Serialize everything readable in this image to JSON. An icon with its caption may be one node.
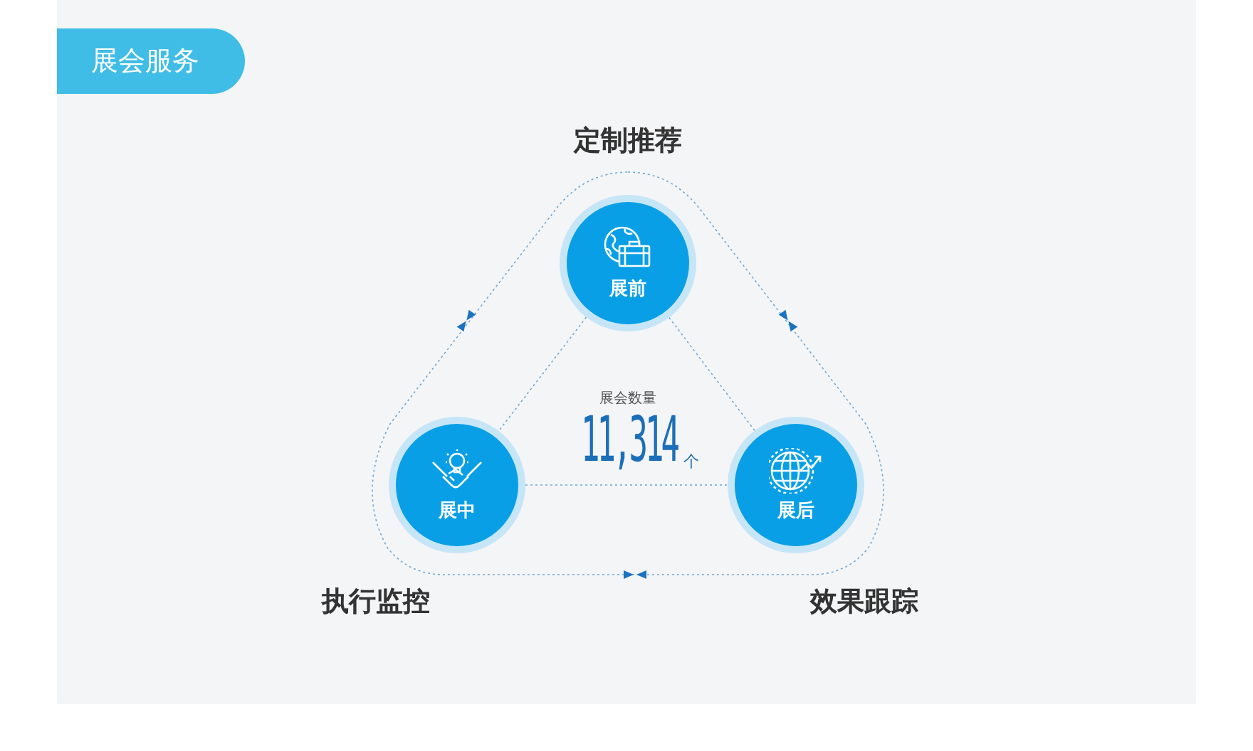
{
  "diagram": {
    "title": "展会服务",
    "nodes": [
      {
        "text": [
          "展前"
        ]
      },
      {
        "text": [
          "展中"
        ]
      },
      {
        "text": [
          "展后"
        ]
      }
    ],
    "edges": [
      {
        "from": 0,
        "to": 1,
        "arrow": "none",
        "style": "dashed"
      },
      {
        "from": 1,
        "to": 2,
        "arrow": "none",
        "style": "dashed"
      },
      {
        "from": 0,
        "to": 2,
        "arrow": "none",
        "style": "dashed"
      }
    ],
    "labels": [
      "定制推荐",
      "执行监控",
      "效果跟踪",
      "展会数量",
      "11,314",
      "个"
    ]
  }
}
